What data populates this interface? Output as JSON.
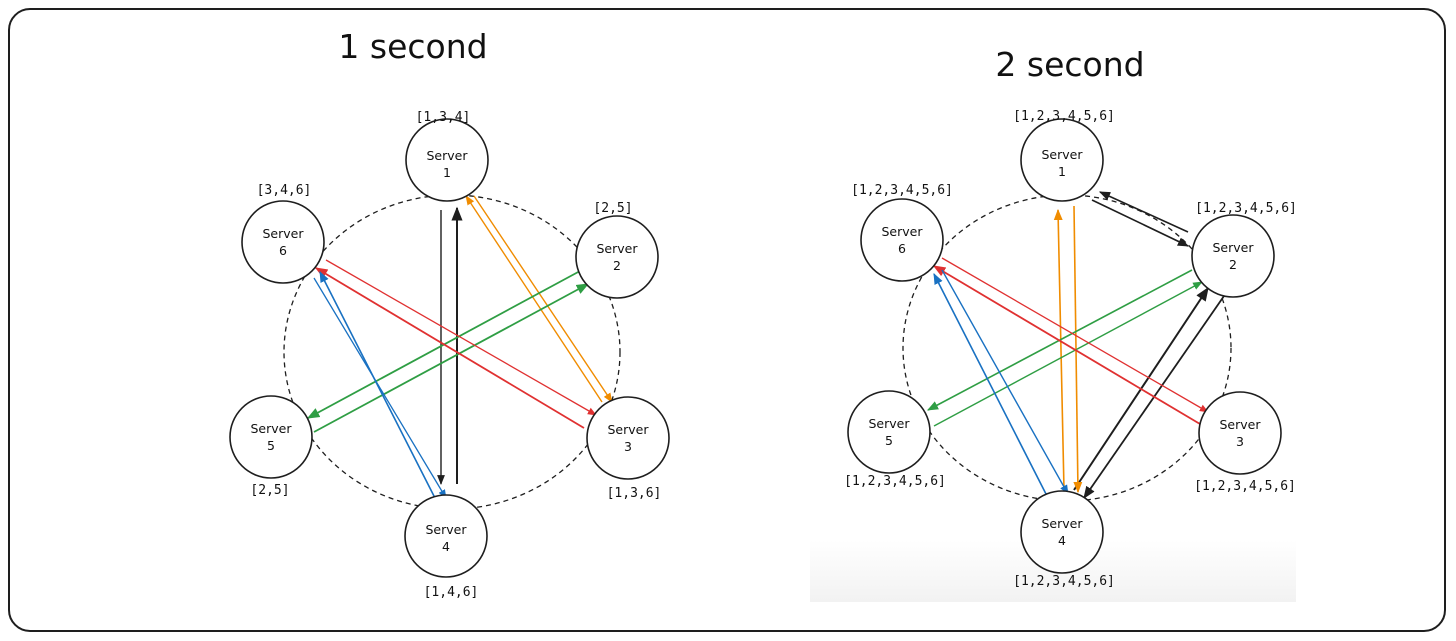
{
  "colors": {
    "black": "#1e1e1e",
    "orange": "#f08c00",
    "green": "#2f9e44",
    "red": "#e03131",
    "blue": "#1971c2"
  },
  "panels": [
    {
      "title": "1 second",
      "servers": [
        {
          "name": "Server",
          "num": "1",
          "set": "[1,3,4]"
        },
        {
          "name": "Server",
          "num": "2",
          "set": "[2,5]"
        },
        {
          "name": "Server",
          "num": "3",
          "set": "[1,3,6]"
        },
        {
          "name": "Server",
          "num": "4",
          "set": "[1,4,6]"
        },
        {
          "name": "Server",
          "num": "5",
          "set": "[2,5]"
        },
        {
          "name": "Server",
          "num": "6",
          "set": "[3,4,6]"
        }
      ]
    },
    {
      "title": "2 second",
      "servers": [
        {
          "name": "Server",
          "num": "1",
          "set": "[1,2,3,4,5,6]"
        },
        {
          "name": "Server",
          "num": "2",
          "set": "[1,2,3,4,5,6]"
        },
        {
          "name": "Server",
          "num": "3",
          "set": "[1,2,3,4,5,6]"
        },
        {
          "name": "Server",
          "num": "4",
          "set": "[1,2,3,4,5,6]"
        },
        {
          "name": "Server",
          "num": "5",
          "set": "[1,2,3,4,5,6]"
        },
        {
          "name": "Server",
          "num": "6",
          "set": "[1,2,3,4,5,6]"
        }
      ]
    }
  ]
}
